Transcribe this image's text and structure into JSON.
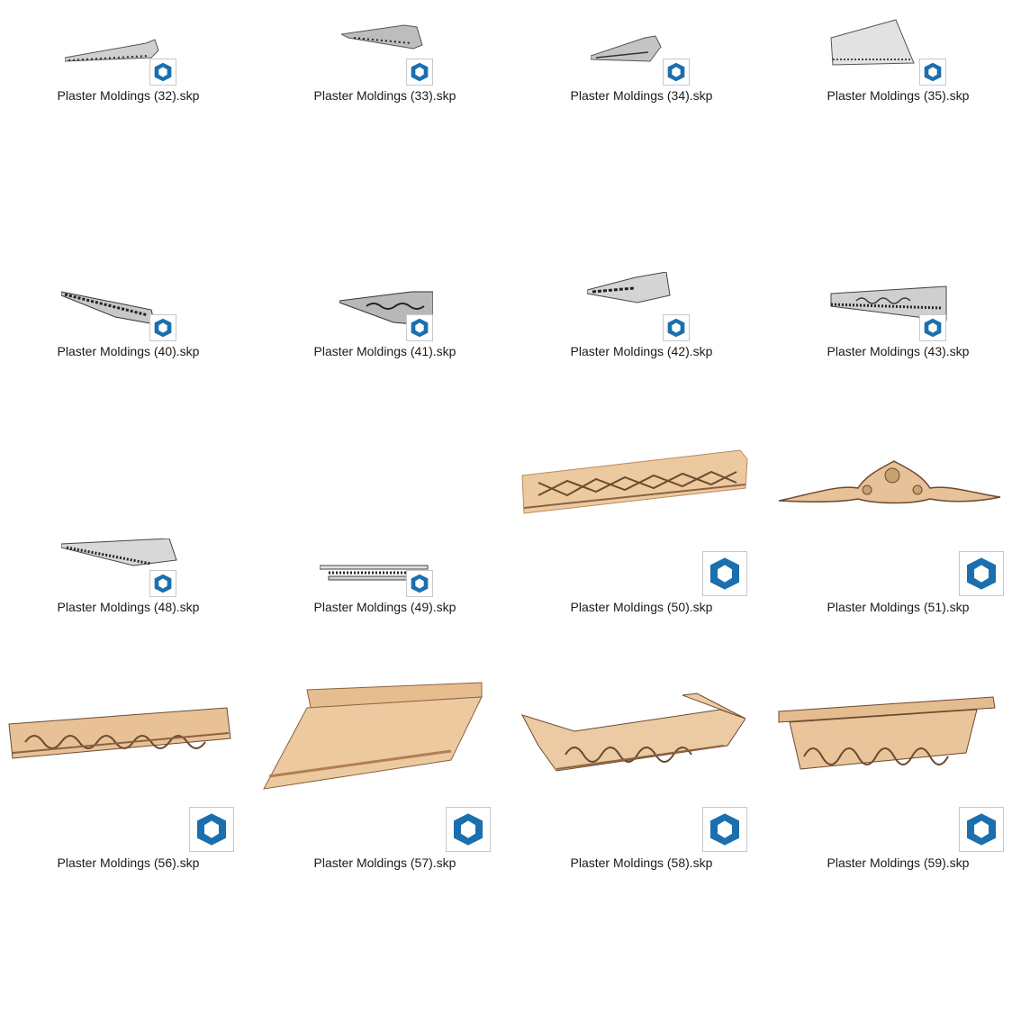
{
  "files": [
    {
      "name": "Plaster Moldings (32).skp",
      "material": "plaster"
    },
    {
      "name": "Plaster Moldings (33).skp",
      "material": "plaster"
    },
    {
      "name": "Plaster Moldings (34).skp",
      "material": "plaster"
    },
    {
      "name": "Plaster Moldings (35).skp",
      "material": "plaster"
    },
    {
      "name": "Plaster Moldings (40).skp",
      "material": "plaster"
    },
    {
      "name": "Plaster Moldings (41).skp",
      "material": "plaster"
    },
    {
      "name": "Plaster Moldings (42).skp",
      "material": "plaster"
    },
    {
      "name": "Plaster Moldings (43).skp",
      "material": "plaster"
    },
    {
      "name": "Plaster Moldings (48).skp",
      "material": "plaster"
    },
    {
      "name": "Plaster Moldings (49).skp",
      "material": "plaster"
    },
    {
      "name": "Plaster Moldings (50).skp",
      "material": "wood"
    },
    {
      "name": "Plaster Moldings (51).skp",
      "material": "wood"
    },
    {
      "name": "Plaster Moldings (56).skp",
      "material": "wood"
    },
    {
      "name": "Plaster Moldings (57).skp",
      "material": "wood"
    },
    {
      "name": "Plaster Moldings (58).skp",
      "material": "wood"
    },
    {
      "name": "Plaster Moldings (59).skp",
      "material": "wood"
    }
  ],
  "icon": "sketchup-file-icon",
  "colors": {
    "sketchup_blue": "#1b6fae",
    "plaster": "#b9b9b9",
    "wood": "#e9c39a"
  }
}
